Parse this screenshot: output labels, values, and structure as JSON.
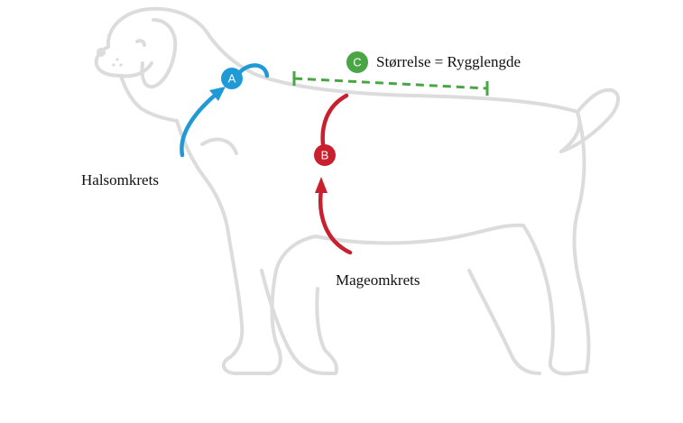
{
  "labels": {
    "neck": "Halsomkrets",
    "belly": "Mageomkrets",
    "back": "Størrelse = Rygglengde"
  },
  "markers": {
    "a": "A",
    "b": "B",
    "c": "C"
  },
  "colors": {
    "neck": "#1f9ad6",
    "belly": "#c8202f",
    "back": "#4aa544",
    "dog_outline": "#dcdcdc"
  },
  "icons": {
    "dog": "dog-silhouette-icon"
  }
}
